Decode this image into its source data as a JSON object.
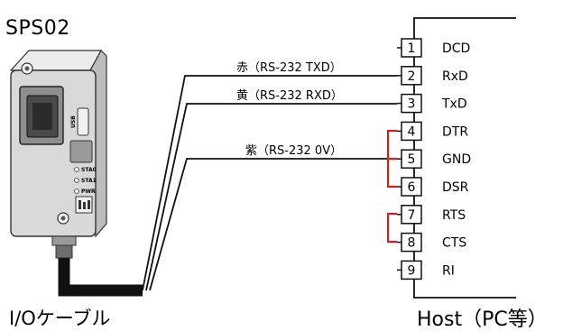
{
  "device": {
    "name": "SPS02",
    "led_labels": [
      "STA0",
      "STA1",
      "PWR"
    ],
    "port_label": "USB"
  },
  "cable": {
    "label": "I/Oケーブル"
  },
  "host": {
    "label": "Host（PC等）"
  },
  "wires": [
    {
      "label": "赤（RS-232 TXD）",
      "to_pin": 2
    },
    {
      "label": "黄（RS-232 RXD）",
      "to_pin": 3
    },
    {
      "label": "紫（RS-232 0V）",
      "to_pin": 5
    }
  ],
  "pins": [
    {
      "num": "1",
      "name": "DCD"
    },
    {
      "num": "2",
      "name": "RxD"
    },
    {
      "num": "3",
      "name": "TxD"
    },
    {
      "num": "4",
      "name": "DTR"
    },
    {
      "num": "5",
      "name": "GND"
    },
    {
      "num": "6",
      "name": "DSR"
    },
    {
      "num": "7",
      "name": "RTS"
    },
    {
      "num": "8",
      "name": "CTS"
    },
    {
      "num": "9",
      "name": "RI"
    }
  ],
  "jumpers": [
    {
      "pins": [
        "4",
        "5",
        "6"
      ]
    },
    {
      "pins": [
        "7",
        "8"
      ]
    }
  ],
  "colors": {
    "line": "#111111",
    "jumper": "#cc2222",
    "cable": "#111111",
    "device_body": "#d8d8d8"
  }
}
